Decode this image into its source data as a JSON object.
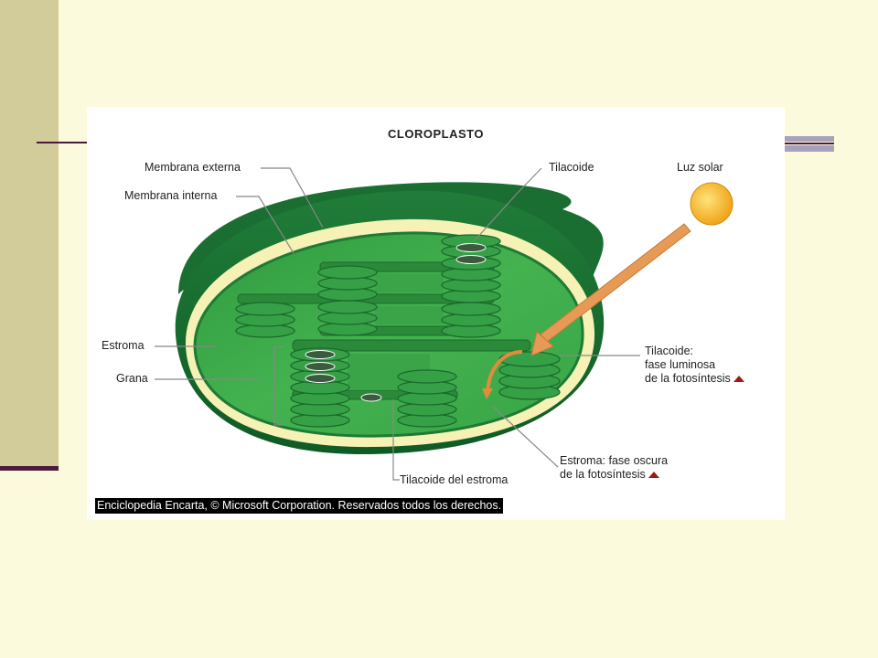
{
  "diagram": {
    "title": "CLOROPLASTO",
    "labels": {
      "membrana_externa": "Membrana externa",
      "membrana_interna": "Membrana interna",
      "tilacoide": "Tilacoide",
      "luz_solar": "Luz solar",
      "estroma": "Estroma",
      "grana": "Grana",
      "tilacoide_fase_1": "Tilacoide:",
      "tilacoide_fase_2": "fase luminosa",
      "tilacoide_fase_3": "de la fotosíntesis",
      "estroma_fase_1": "Estroma: fase oscura",
      "estroma_fase_2": "de la fotosíntesis",
      "tilacoide_estroma": "Tilacoide del estroma"
    },
    "credit": "Enciclopedia Encarta, © Microsoft Corporation. Reservados todos los derechos."
  },
  "colors": {
    "background": "#fcfadc",
    "side_band": "#d2cc9a",
    "accent_line": "#4a1a3a",
    "outer_membrane": "#1e7a35",
    "inner_stroma": "#3fae4b",
    "membrane_gap": "#f6f2b5",
    "sun": "#f5b41c",
    "arrow": "#e59a55"
  }
}
